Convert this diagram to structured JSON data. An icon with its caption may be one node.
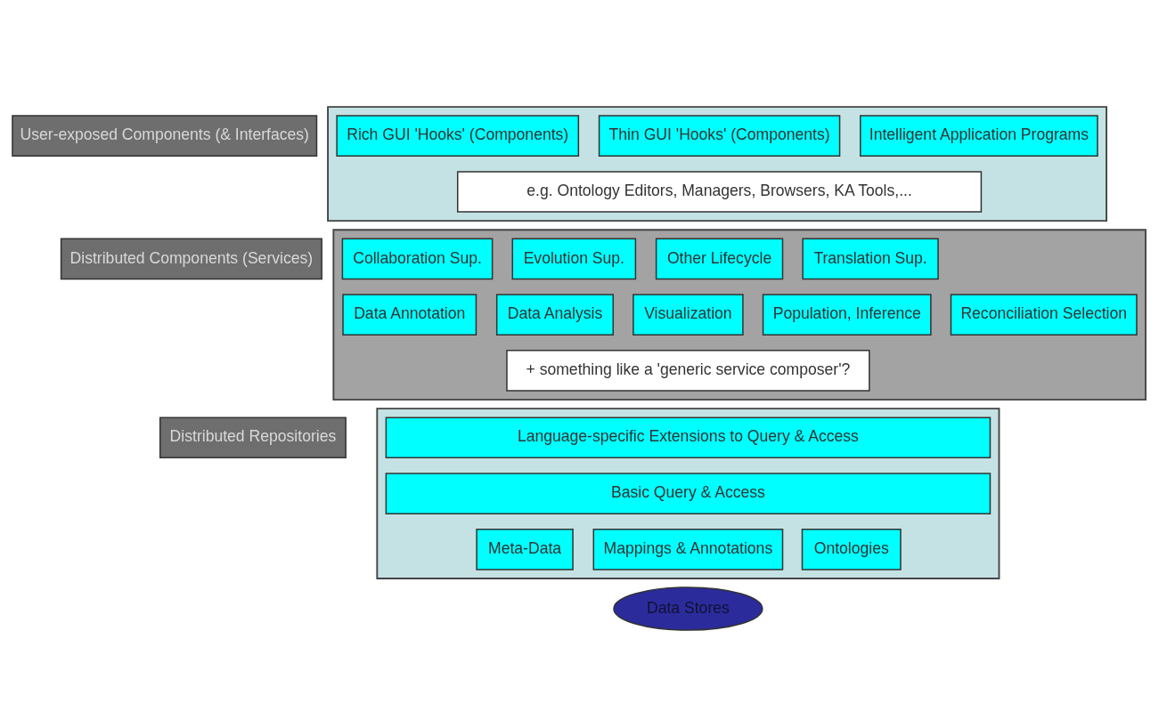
{
  "diagram": {
    "nodes": [
      {
        "text": [
          "User-exposed Components (& Interfaces)"
        ]
      },
      {
        "text": [],
        "shape": "box"
      },
      {
        "text": [
          "Rich GUI 'Hooks' (Components)"
        ],
        "in": 1
      },
      {
        "text": [
          "Thin GUI 'Hooks' (Components)"
        ],
        "in": 1
      },
      {
        "text": [
          "Intelligent Application Programs"
        ],
        "in": 1
      },
      {
        "text": [
          "e.g. Ontology Editors, Managers, Browsers, KA Tools,..."
        ],
        "in": 1
      },
      {
        "text": [
          "Distributed Components (Services)"
        ]
      },
      {
        "text": [],
        "shape": "box"
      },
      {
        "text": [
          "Collaboration Sup."
        ],
        "in": 7
      },
      {
        "text": [
          "Evolution Sup."
        ],
        "in": 7
      },
      {
        "text": [
          "Other Lifecycle"
        ],
        "in": 7
      },
      {
        "text": [
          "Translation Sup."
        ],
        "in": 7
      },
      {
        "text": [
          "Data Annotation"
        ],
        "in": 7
      },
      {
        "text": [
          "Data Analysis"
        ],
        "in": 7
      },
      {
        "text": [
          "Visualization"
        ],
        "in": 7
      },
      {
        "text": [
          "Population, Inference"
        ],
        "in": 7
      },
      {
        "text": [
          "Reconciliation Selection"
        ],
        "in": 7
      },
      {
        "text": [
          "+ something like a 'generic service composer'?"
        ],
        "in": 7
      },
      {
        "text": [
          "Distributed Repositories"
        ]
      },
      {
        "text": [],
        "shape": "box"
      },
      {
        "text": [
          "Language-specific Extensions to Query & Access"
        ],
        "in": 19
      },
      {
        "text": [
          "Basic Query & Access"
        ],
        "in": 19
      },
      {
        "text": [
          "Meta-Data"
        ],
        "in": 19
      },
      {
        "text": [
          "Mappings & Annotations"
        ],
        "in": 19
      },
      {
        "text": [
          "Ontologies"
        ],
        "in": 19
      },
      {
        "text": [
          "Data Stores"
        ]
      }
    ],
    "edges": []
  }
}
